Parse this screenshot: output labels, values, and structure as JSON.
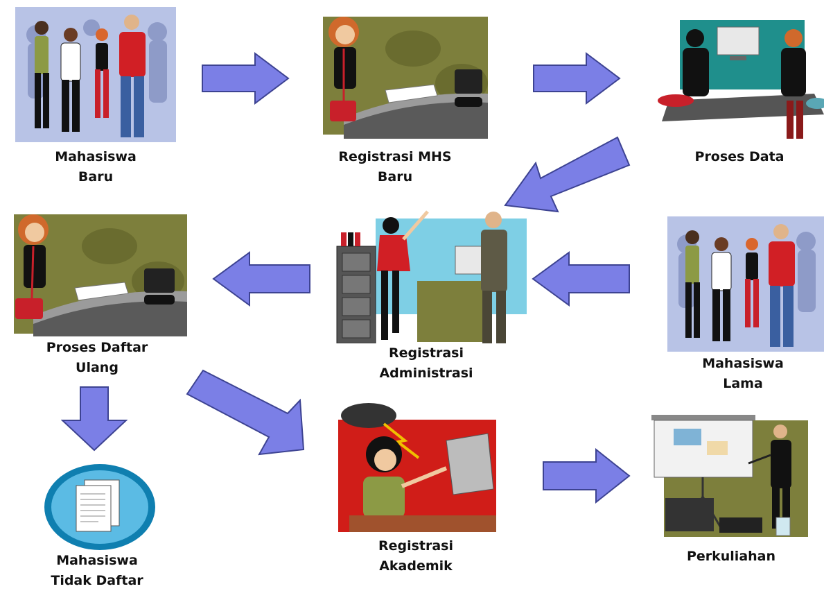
{
  "nodes": {
    "mahasiswa_baru": {
      "line1": "Mahasiswa",
      "line2": "Baru",
      "icon": "students-group-icon"
    },
    "registrasi_mhs_baru": {
      "line1": "Registrasi MHS",
      "line2": "Baru",
      "icon": "woman-writing-at-desk-icon"
    },
    "proses_data": {
      "line1": "Proses Data",
      "icon": "meeting-at-computer-icon"
    },
    "proses_daftar_ulang": {
      "line1": "Proses Daftar",
      "line2": "Ulang",
      "icon": "woman-writing-at-desk-icon"
    },
    "registrasi_administrasi": {
      "line1": "Registrasi",
      "line2": "Administrasi",
      "icon": "office-administration-icon"
    },
    "mahasiswa_lama": {
      "line1": "Mahasiswa",
      "line2": "Lama",
      "icon": "students-group-icon"
    },
    "mahasiswa_tidak_daftar": {
      "line1": "Mahasiswa",
      "line2": "Tidak Daftar",
      "icon": "documents-icon"
    },
    "registrasi_akademik": {
      "line1": "Registrasi",
      "line2": "Akademik",
      "icon": "stressed-woman-computer-icon"
    },
    "perkuliahan": {
      "line1": "Perkuliahan",
      "icon": "lecturer-presentation-icon"
    }
  },
  "colors": {
    "arrow_fill": "#7b7fe6",
    "arrow_stroke": "#3d4392",
    "olive_bg": "#7d7f3c",
    "crowd_bg": "#b8c3e6",
    "teal_bg": "#1f8f8c",
    "red_bg": "#d01d18",
    "sky_bg": "#7ecfe5",
    "label_text": "#111111"
  }
}
